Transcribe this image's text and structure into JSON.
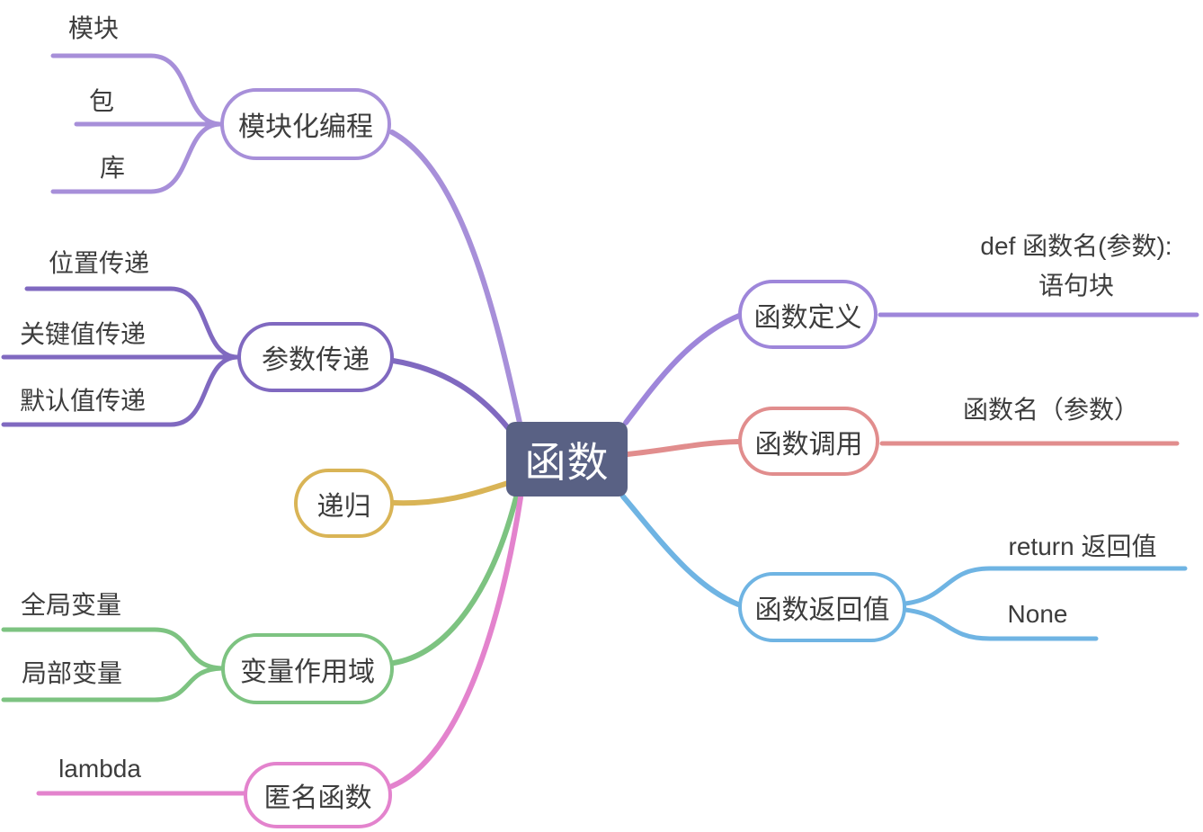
{
  "colors": {
    "center_bg": "#596184",
    "center_text": "#ffffff",
    "leaf_text": "#3d3d3d",
    "modular": "#a78fd9",
    "params": "#8069c0",
    "recursion": "#d9b456",
    "scope": "#7dc381",
    "anonymous": "#e383cd",
    "define": "#9e86da",
    "call": "#e18d8d",
    "return": "#6fb4e3"
  },
  "center": {
    "label": "函数"
  },
  "branches": [
    {
      "id": "modular",
      "label": "模块化编程",
      "color": "#a78fd9",
      "children": [
        {
          "label": "模块"
        },
        {
          "label": "包"
        },
        {
          "label": "库"
        }
      ]
    },
    {
      "id": "params",
      "label": "参数传递",
      "color": "#8069c0",
      "children": [
        {
          "label": "位置传递"
        },
        {
          "label": "关键值传递"
        },
        {
          "label": "默认值传递"
        }
      ]
    },
    {
      "id": "recursion",
      "label": "递归",
      "color": "#d9b456",
      "children": []
    },
    {
      "id": "scope",
      "label": "变量作用域",
      "color": "#7dc381",
      "children": [
        {
          "label": "全局变量"
        },
        {
          "label": "局部变量"
        }
      ]
    },
    {
      "id": "anonymous",
      "label": "匿名函数",
      "color": "#e383cd",
      "children": [
        {
          "label": "lambda"
        }
      ]
    },
    {
      "id": "define",
      "label": "函数定义",
      "color": "#9e86da",
      "children": [
        {
          "label": "def 函数名(参数):",
          "label2": "语句块"
        }
      ]
    },
    {
      "id": "call",
      "label": "函数调用",
      "color": "#e18d8d",
      "children": [
        {
          "label": "函数名（参数）"
        }
      ]
    },
    {
      "id": "return",
      "label": "函数返回值",
      "color": "#6fb4e3",
      "children": [
        {
          "label": "return 返回值"
        },
        {
          "label": "None"
        }
      ]
    }
  ]
}
